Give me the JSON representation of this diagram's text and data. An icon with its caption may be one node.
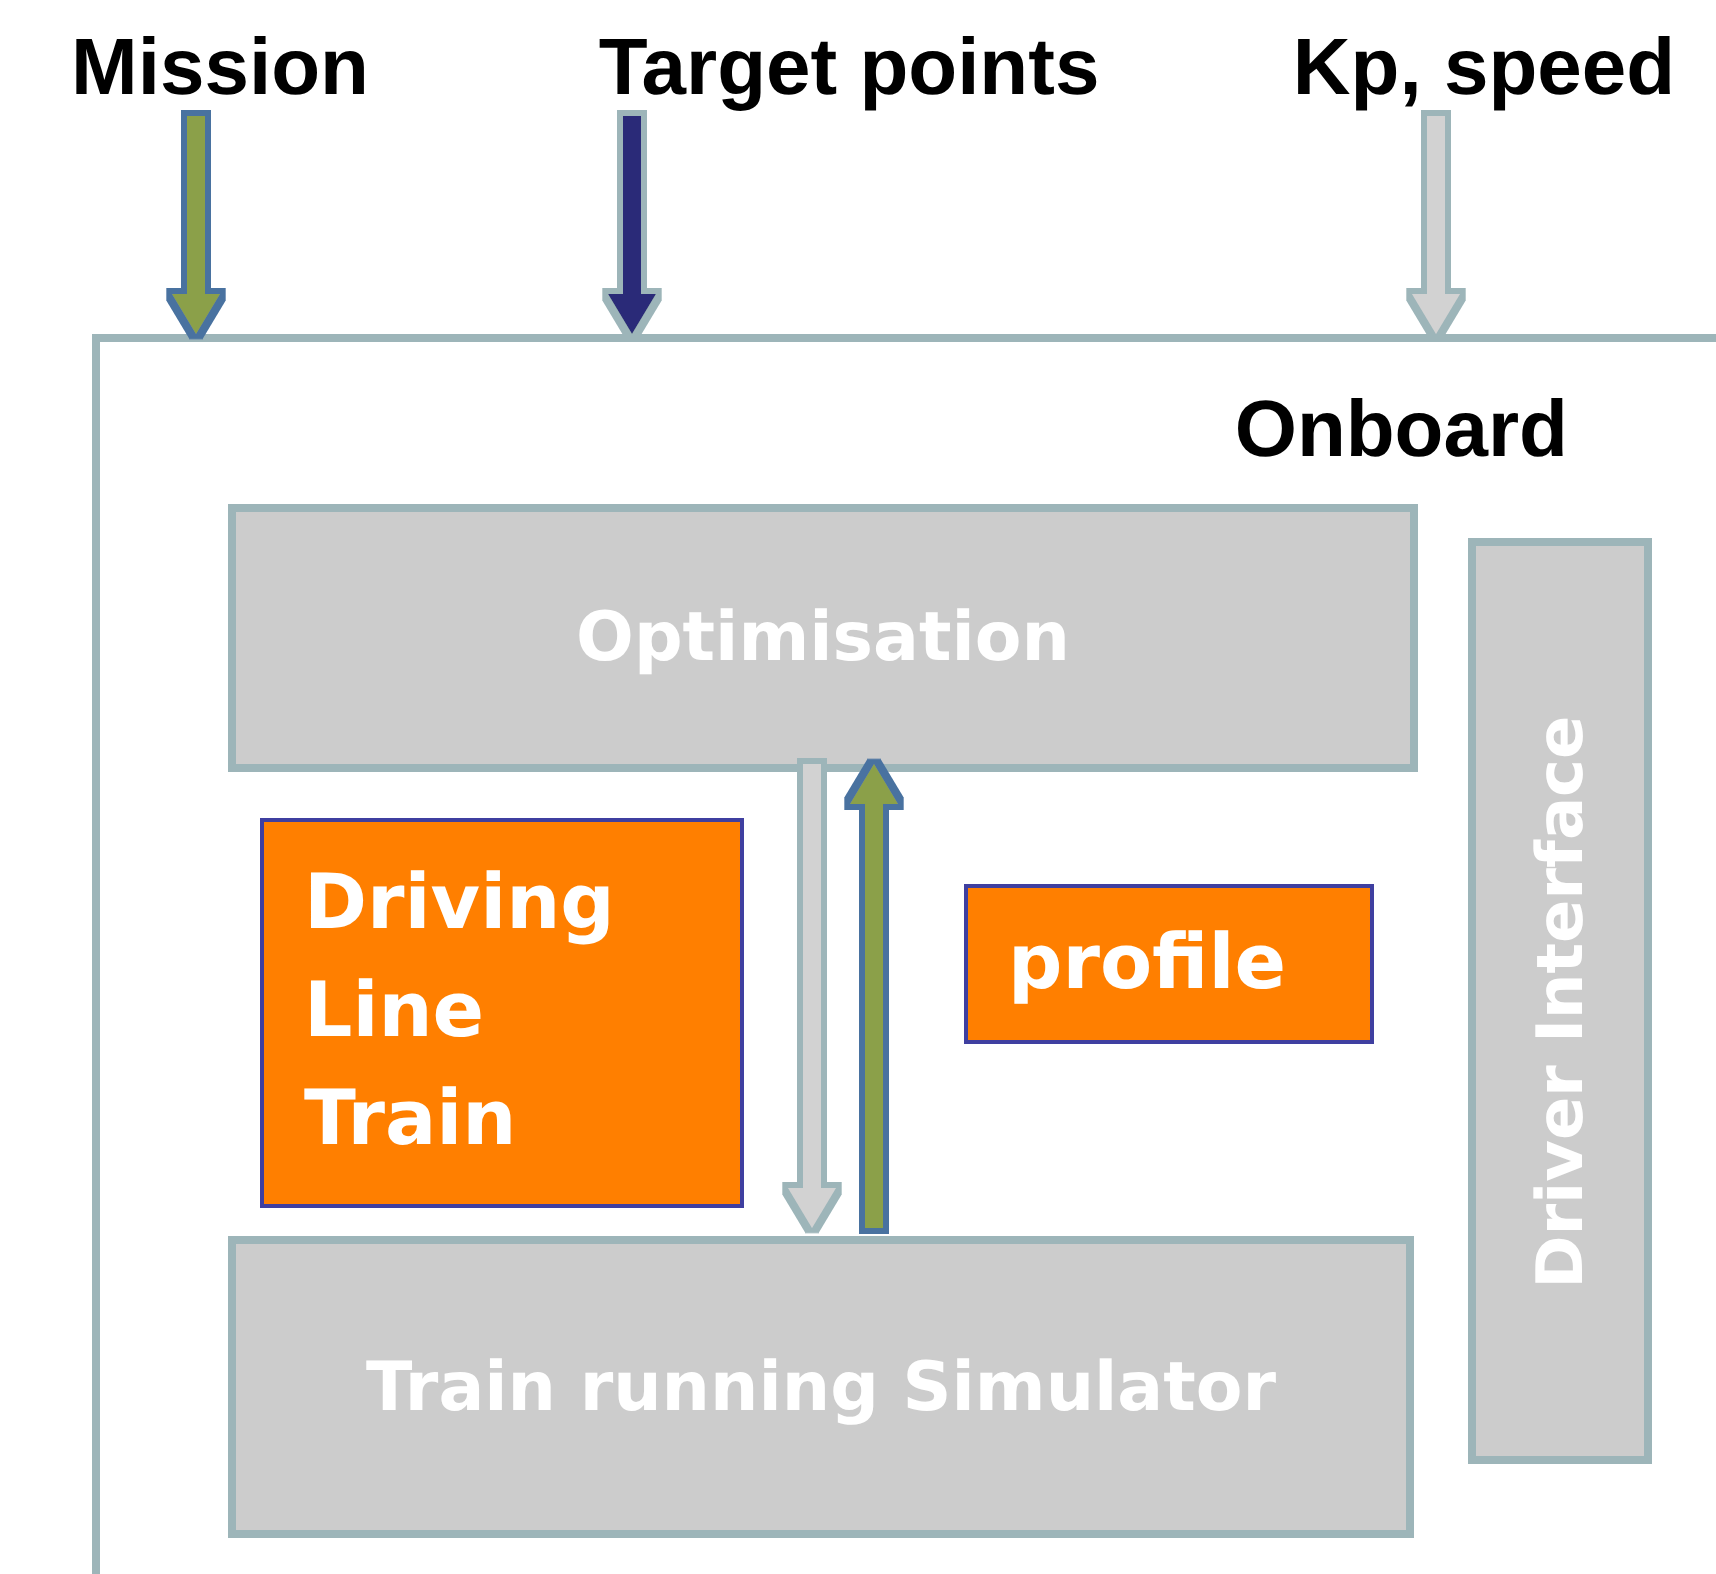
{
  "diagram": {
    "nodes": [
      {
        "text": [
          "Mission"
        ]
      },
      {
        "text": [
          "Target points"
        ]
      },
      {
        "text": [
          "Kp, speed"
        ]
      },
      {
        "text": [
          "Onboard"
        ]
      },
      {
        "text": [
          "Optimisation"
        ],
        "in": 3
      },
      {
        "text": [
          "Driving Line Train"
        ],
        "in": 3
      },
      {
        "text": [
          "profile"
        ],
        "in": 3
      },
      {
        "text": [
          "Train running Simulator"
        ],
        "in": 3
      },
      {
        "text": [
          "Driver Interface"
        ],
        "in": 3
      }
    ],
    "edges": [
      {
        "from": 0,
        "to": 3,
        "arrow": "to",
        "color": "#8ba04a"
      },
      {
        "from": 1,
        "to": 3,
        "arrow": "to",
        "color": "#2b2c78"
      },
      {
        "from": 2,
        "to": 3,
        "arrow": "to",
        "color": "#d2d2d2"
      },
      {
        "from": 4,
        "to": 7,
        "arrow": "to",
        "color": "#d2d2d2"
      },
      {
        "from": 7,
        "to": 4,
        "arrow": "to",
        "color": "#8ba04a"
      }
    ]
  }
}
